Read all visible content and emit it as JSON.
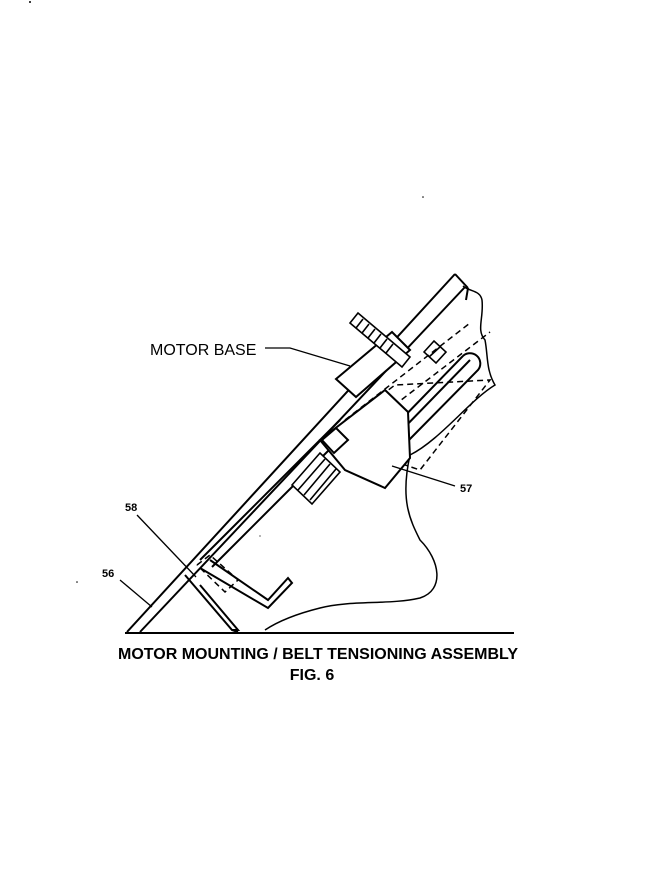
{
  "labels": {
    "motor_base": "MOTOR BASE",
    "part_56": "56",
    "part_57": "57",
    "part_58": "58"
  },
  "caption": {
    "title": "MOTOR MOUNTING / BELT TENSIONING ASSEMBLY",
    "figure": "FIG. 6"
  }
}
